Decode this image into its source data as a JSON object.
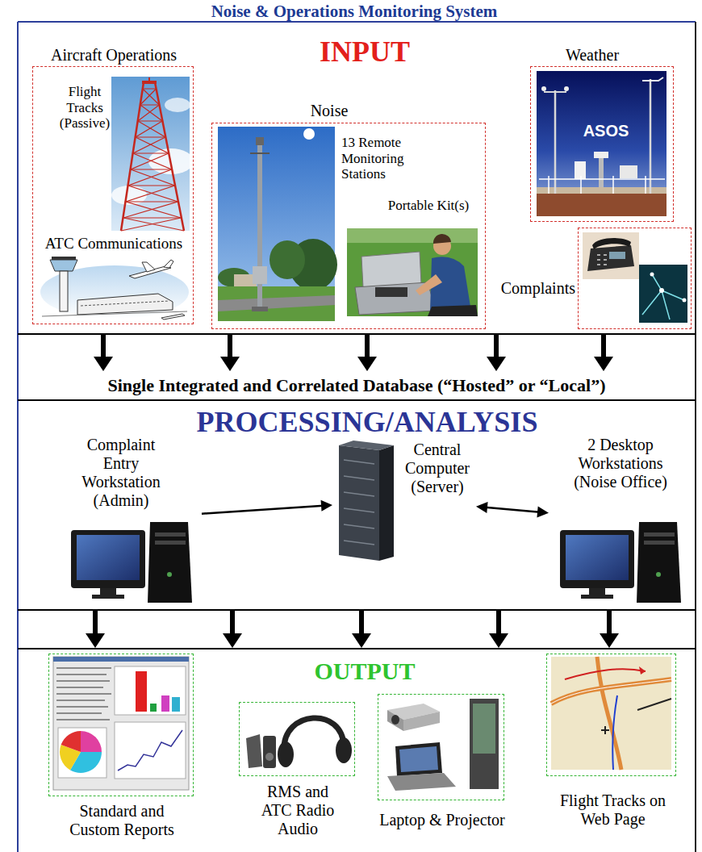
{
  "diagram": {
    "title": "Noise & Operations Monitoring System",
    "nodes": [
      {
        "text": [
          "INPUT"
        ]
      },
      {
        "text": [
          "Aircraft Operations",
          "Flight Tracks (Passive)",
          "ATC Communications"
        ],
        "in": 0
      },
      {
        "text": [
          "Noise",
          "13 Remote Monitoring Stations",
          "Portable Kit(s)"
        ],
        "in": 0
      },
      {
        "text": [
          "Weather",
          "ASOS"
        ],
        "in": 0
      },
      {
        "text": [
          "Complaints"
        ],
        "in": 0
      },
      {
        "text": [
          "Single Integrated and Correlated Database (“Hosted” or “Local”)"
        ]
      },
      {
        "text": [
          "PROCESSING/ANALYSIS"
        ]
      },
      {
        "text": [
          "Complaint Entry Workstation (Admin)"
        ],
        "in": 6
      },
      {
        "text": [
          "Central Computer (Server)"
        ],
        "in": 6
      },
      {
        "text": [
          "2 Desktop Workstations (Noise Office)"
        ],
        "in": 6
      },
      {
        "text": [
          "OUTPUT"
        ]
      },
      {
        "text": [
          "Standard and Custom Reports"
        ],
        "in": 10
      },
      {
        "text": [
          "RMS and ATC Radio Audio"
        ],
        "in": 10
      },
      {
        "text": [
          "Laptop & Projector"
        ],
        "in": 10
      },
      {
        "text": [
          "Flight Tracks on Web Page"
        ],
        "in": 10
      }
    ],
    "edges": [
      {
        "from": 0,
        "to": 5,
        "arrow": "to"
      },
      {
        "from": 0,
        "to": 5,
        "arrow": "to"
      },
      {
        "from": 0,
        "to": 5,
        "arrow": "to"
      },
      {
        "from": 0,
        "to": 5,
        "arrow": "to"
      },
      {
        "from": 0,
        "to": 5,
        "arrow": "to"
      },
      {
        "from": 7,
        "to": 8,
        "arrow": "to"
      },
      {
        "from": 8,
        "to": 9,
        "arrow": "both"
      },
      {
        "from": 6,
        "to": 10,
        "arrow": "to"
      },
      {
        "from": 6,
        "to": 10,
        "arrow": "to"
      },
      {
        "from": 6,
        "to": 10,
        "arrow": "to"
      },
      {
        "from": 6,
        "to": 10,
        "arrow": "to"
      },
      {
        "from": 6,
        "to": 10,
        "arrow": "to"
      }
    ]
  }
}
